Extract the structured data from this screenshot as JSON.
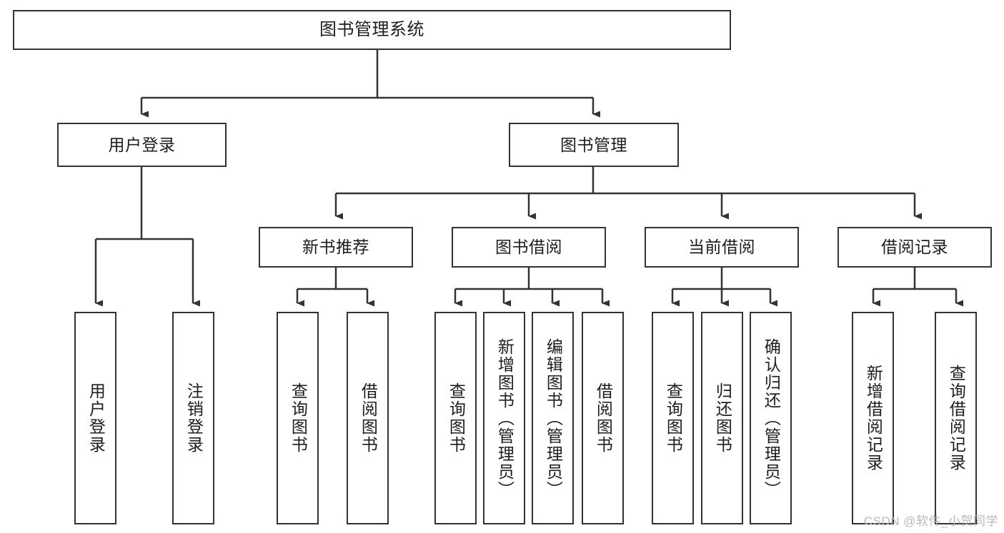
{
  "diagram": {
    "type": "tree-hierarchy",
    "title": "图书管理系统",
    "watermark": "CSDN @软件_小贺同学",
    "colors": {
      "stroke": "#333333",
      "text": "#1d1d1d",
      "background": "#ffffff",
      "watermark": "#b9b9b9"
    },
    "root": {
      "label": "图书管理系统"
    },
    "level2": [
      {
        "label": "用户登录"
      },
      {
        "label": "图书管理"
      }
    ],
    "level3": [
      {
        "label": "新书推荐"
      },
      {
        "label": "图书借阅"
      },
      {
        "label": "当前借阅"
      },
      {
        "label": "借阅记录"
      }
    ],
    "leaves": {
      "user_login": [
        {
          "label": "用户登录"
        },
        {
          "label": "注销登录"
        }
      ],
      "new_book": [
        {
          "label": "查询图书"
        },
        {
          "label": "借阅图书"
        }
      ],
      "borrow_book": [
        {
          "label": "查询图书"
        },
        {
          "label": "新增图书（管理员）"
        },
        {
          "label": "编辑图书（管理员）"
        },
        {
          "label": "借阅图书"
        }
      ],
      "current_borrow": [
        {
          "label": "查询图书"
        },
        {
          "label": "归还图书"
        },
        {
          "label": "确认归还（管理员）"
        }
      ],
      "borrow_record": [
        {
          "label": "新增借阅记录"
        },
        {
          "label": "查询借阅记录"
        }
      ]
    }
  }
}
